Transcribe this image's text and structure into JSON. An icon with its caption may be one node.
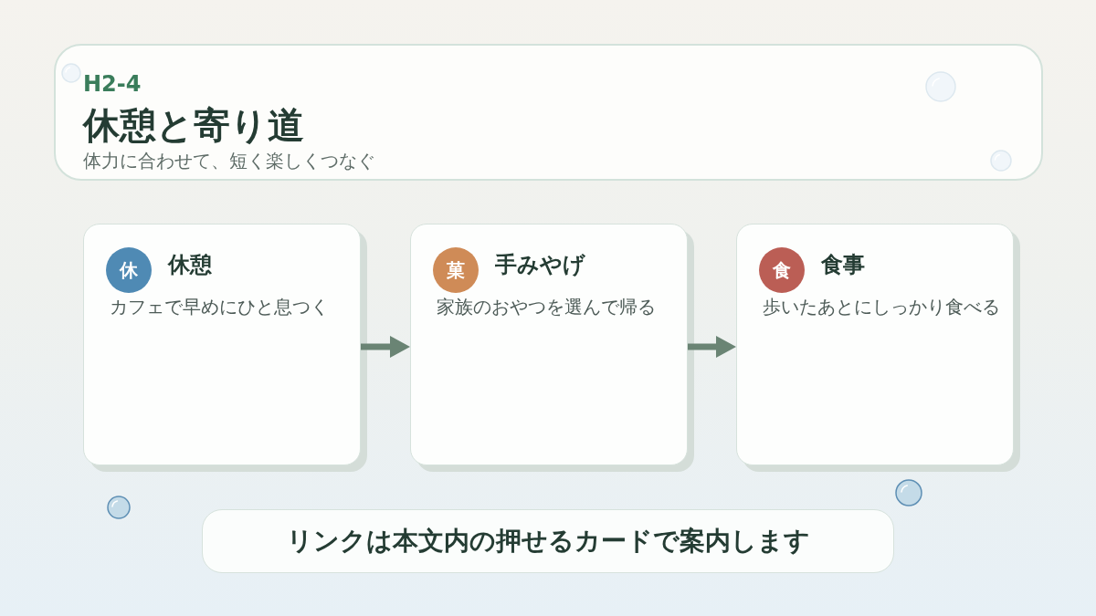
{
  "diagram": {
    "title": "休憩と寄り道",
    "nodes": [
      {
        "text": [
          "休憩",
          "カフェで早めにひと息つく"
        ]
      },
      {
        "text": [
          "休"
        ],
        "in": 0
      },
      {
        "text": [
          "手みやげ",
          "家族のおやつを選んで帰る"
        ]
      },
      {
        "text": [
          "菓"
        ],
        "in": 2
      },
      {
        "text": [
          "食事",
          "歩いたあとにしっかり食べる"
        ]
      },
      {
        "text": [
          "食"
        ],
        "in": 4
      },
      {
        "text": [
          "リンクは本文内の押せるカードで案内します"
        ]
      }
    ],
    "edges": [
      {
        "from": 0,
        "to": 2,
        "arrow": "to"
      },
      {
        "from": 2,
        "to": 4,
        "arrow": "to"
      }
    ],
    "labels": [
      "H2-4",
      "体力に合わせて、短く楽しくつなぐ"
    ]
  }
}
